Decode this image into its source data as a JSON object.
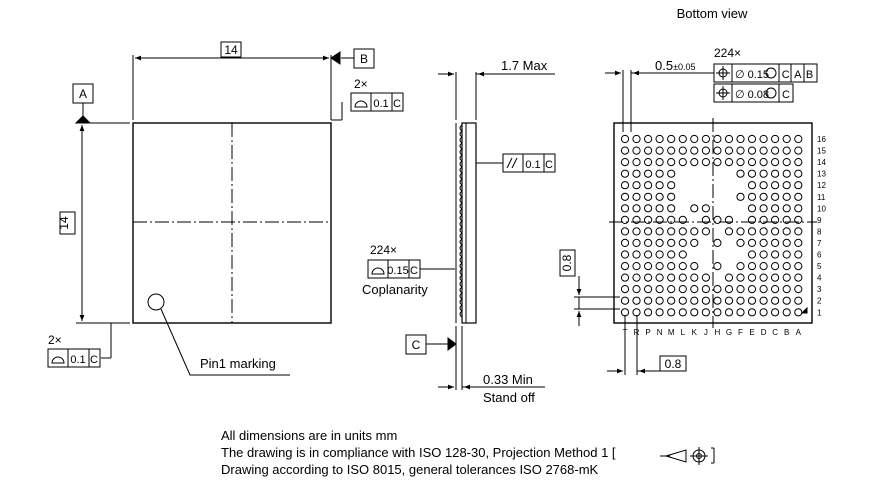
{
  "top_view": {
    "width_dim": "14",
    "height_dim": "14",
    "datum_a": "A",
    "datum_b": "B",
    "b_count": "2×",
    "b_tol": "0.1",
    "b_ref": "C",
    "bl_count": "2×",
    "bl_tol": "0.1",
    "bl_ref": "C",
    "pin1_label": "Pin1 marking"
  },
  "side_view": {
    "height_label": "1.7 Max",
    "parallel_tol": "0.1",
    "parallel_ref": "C",
    "coplanarity_count": "224×",
    "coplanarity_tol": "0.15",
    "coplanarity_ref": "C",
    "coplanarity_label": "Coplanarity",
    "datum_c": "C",
    "standoff_value": "0.33 Min",
    "standoff_label": "Stand off"
  },
  "bottom_view": {
    "title": "Bottom view",
    "ball_dim": "0.5",
    "ball_tol": "±0.05",
    "ball_count": "224×",
    "pos_tol_1": "∅ 0.15",
    "pos_ref_1": "C A B",
    "pos_tol_2": "∅ 0.08",
    "pos_ref_2": "C",
    "pitch_v": "0.8",
    "pitch_h": "0.8",
    "row_labels": [
      "16",
      "15",
      "14",
      "13",
      "12",
      "11",
      "10",
      "9",
      "8",
      "7",
      "6",
      "5",
      "4",
      "3",
      "2",
      "1"
    ],
    "col_labels": [
      "T",
      "R",
      "P",
      "N",
      "M",
      "L",
      "K",
      "J",
      "H",
      "G",
      "F",
      "E",
      "D",
      "C",
      "B",
      "A"
    ],
    "missing_balls": [
      [
        8,
        6
      ],
      [
        8,
        8
      ],
      [
        7,
        9
      ],
      [
        9,
        9
      ],
      [
        6,
        10
      ],
      [
        7,
        10
      ],
      [
        8,
        10
      ],
      [
        9,
        10
      ],
      [
        10,
        10
      ],
      [
        7,
        11
      ],
      [
        9,
        11
      ],
      [
        8,
        12
      ],
      [
        6,
        7
      ],
      [
        10,
        7
      ],
      [
        5,
        5
      ],
      [
        6,
        5
      ],
      [
        7,
        5
      ],
      [
        8,
        5
      ],
      [
        9,
        5
      ],
      [
        5,
        4
      ],
      [
        6,
        4
      ],
      [
        7,
        4
      ],
      [
        8,
        4
      ],
      [
        9,
        4
      ],
      [
        10,
        4
      ],
      [
        5,
        3
      ],
      [
        6,
        3
      ],
      [
        7,
        3
      ],
      [
        8,
        3
      ],
      [
        9,
        3
      ],
      [
        5,
        6
      ],
      [
        9,
        6
      ],
      [
        10,
        6
      ]
    ]
  },
  "notes": [
    "All dimensions are in units mm",
    "The drawing is in compliance with ISO 128-30, Projection Method 1 [",
    "Drawing according to ISO 8015, general tolerances ISO 2768-mK"
  ]
}
